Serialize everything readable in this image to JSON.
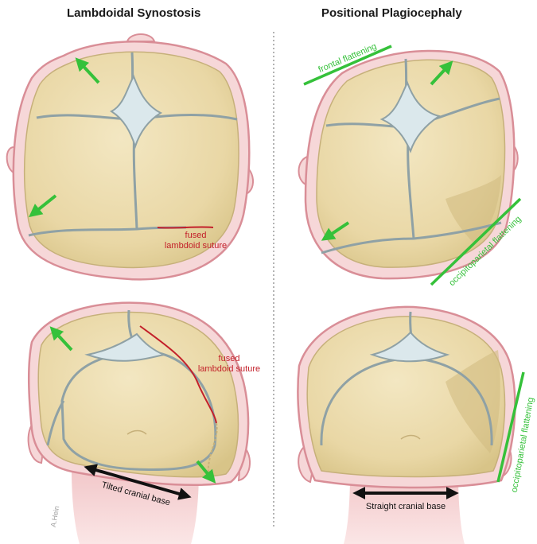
{
  "columns": {
    "left_title": "Lambdoidal Synostosis",
    "right_title": "Positional Plagiocephaly"
  },
  "labels": {
    "fused_top_line1": "fused",
    "fused_top_line2": "lambdoid suture",
    "fused_bottom_line1": "fused",
    "fused_bottom_line2": "lambdoid suture",
    "frontal_flattening": "frontal flattening",
    "occipitoparietal_top": "occipitoparietal flattening",
    "occipitoparietal_bottom": "occipitoparietal flattening",
    "tilted_base": "Tilted cranial base",
    "straight_base": "Straight cranial base",
    "signature": "A.Hein"
  },
  "colors": {
    "skin": "#f6d7d8",
    "skin_edge": "#d98e97",
    "bone": "#ecdcae",
    "bone_dark": "#d2bd82",
    "suture": "#8fa1a5",
    "fontanelle": "#dbe8ec",
    "fused_suture": "#c3202a",
    "arrow_green": "#35c13a",
    "arrow_black": "#111111",
    "divider": "#9a9a9a"
  }
}
